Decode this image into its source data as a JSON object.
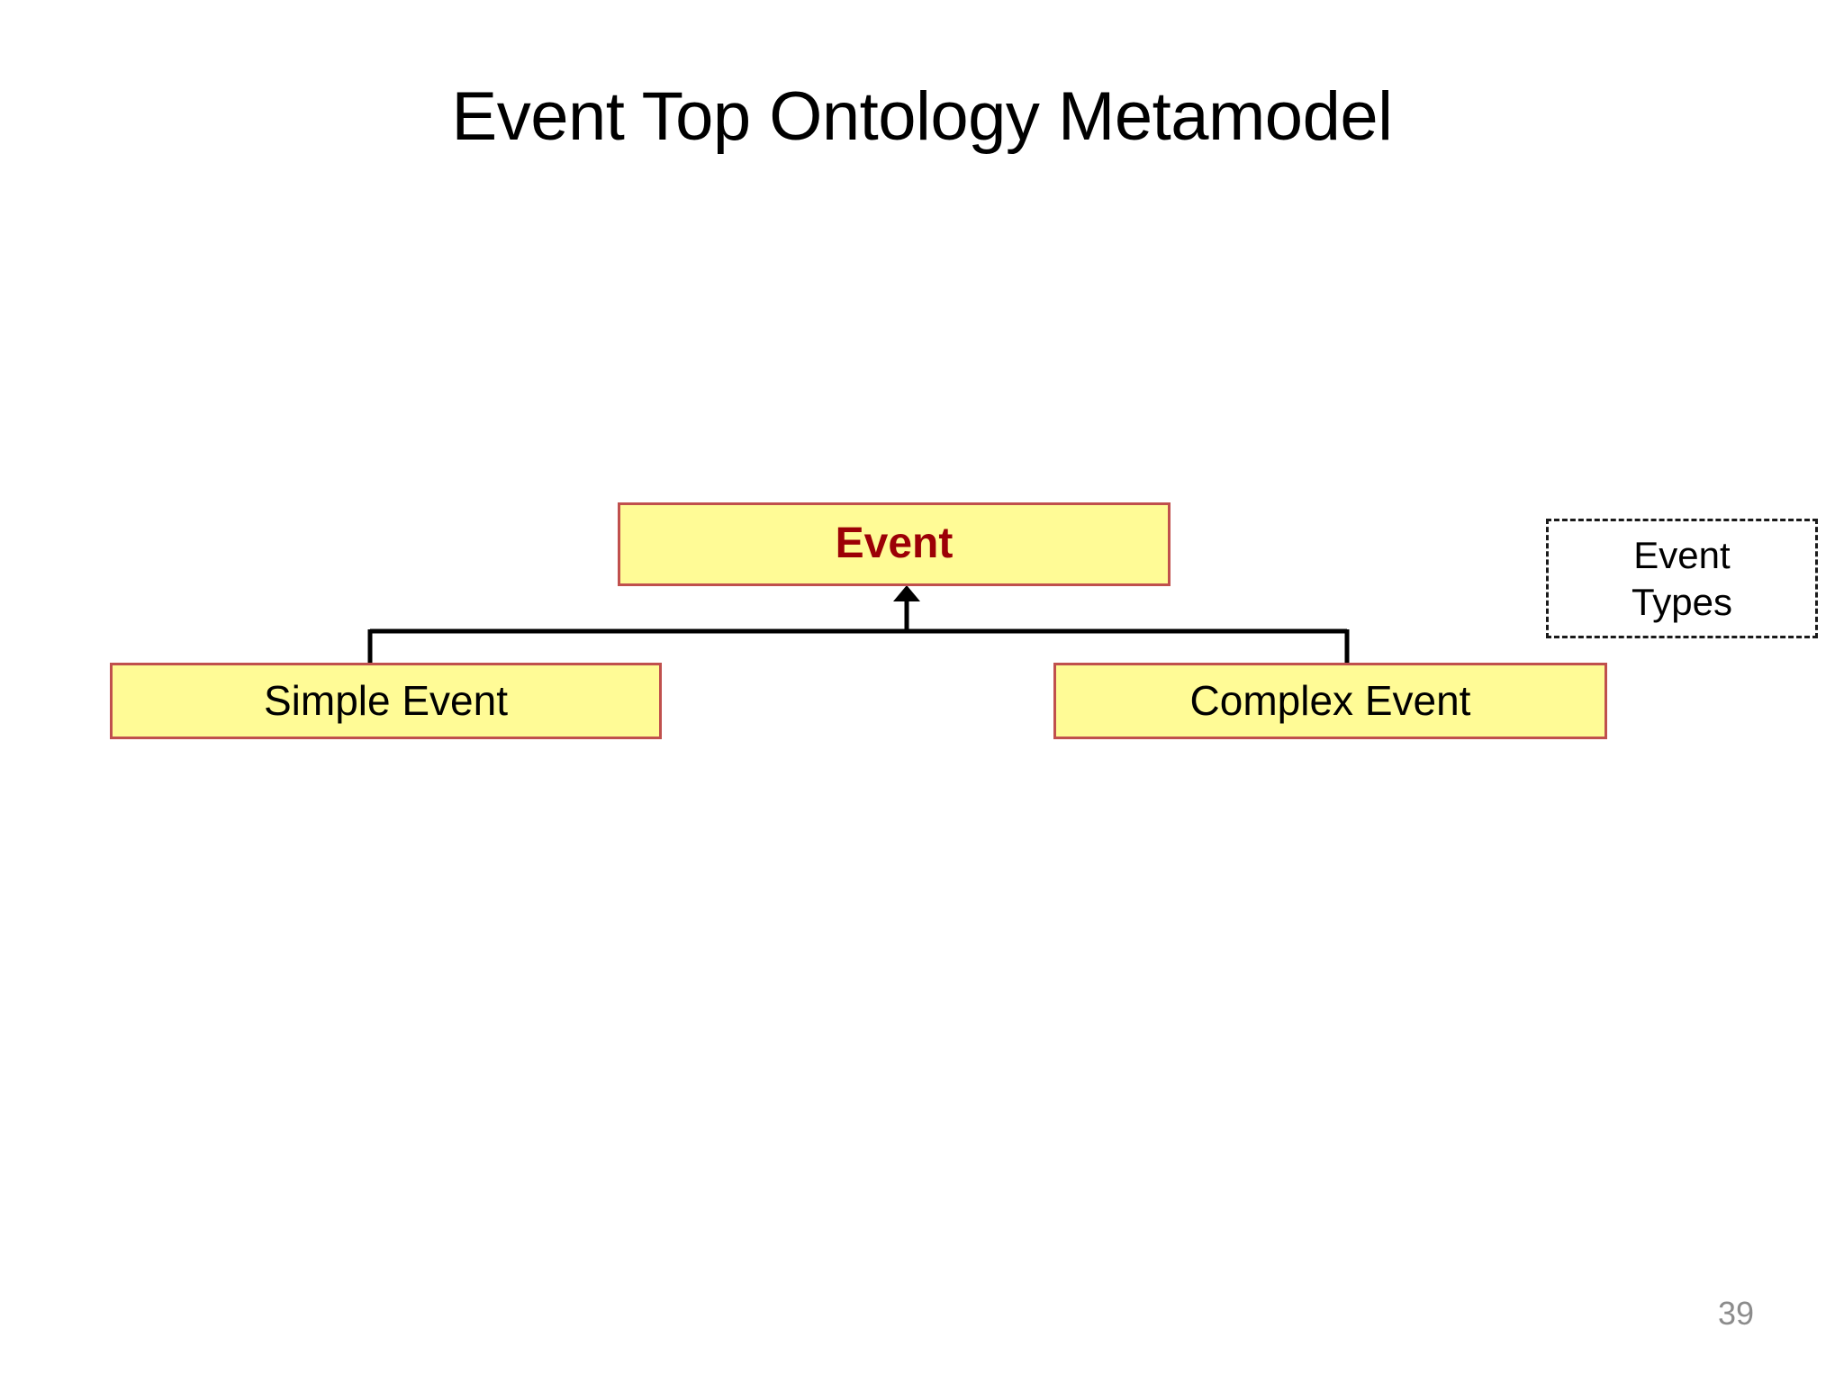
{
  "slide": {
    "title": "Event Top Ontology Metamodel",
    "page_number": "39",
    "background_color": "#ffffff"
  },
  "palette": {
    "box_fill": "#fffb96",
    "box_border": "#c0504d",
    "root_text": "#9c0006",
    "child_text": "#000000",
    "note_border": "#1a1a1a",
    "connector": "#000000",
    "page_number_text": "#8c8c8c"
  },
  "diagram": {
    "type": "uml-generalization",
    "nodes": [
      {
        "id": "event",
        "label": "Event",
        "role": "superclass",
        "style": "filled-box",
        "bold": true,
        "text_color": "#9c0006"
      },
      {
        "id": "simple-event",
        "label": "Simple Event",
        "role": "subclass",
        "style": "filled-box",
        "bold": false,
        "text_color": "#000000"
      },
      {
        "id": "complex-event",
        "label": "Complex Event",
        "role": "subclass",
        "style": "filled-box",
        "bold": false,
        "text_color": "#000000"
      }
    ],
    "annotation": {
      "id": "event-types",
      "style": "dashed-box",
      "lines": [
        "Event",
        "Types"
      ]
    },
    "edges": [
      {
        "from": "simple-event",
        "to": "event",
        "kind": "generalization"
      },
      {
        "from": "complex-event",
        "to": "event",
        "kind": "generalization"
      }
    ]
  }
}
